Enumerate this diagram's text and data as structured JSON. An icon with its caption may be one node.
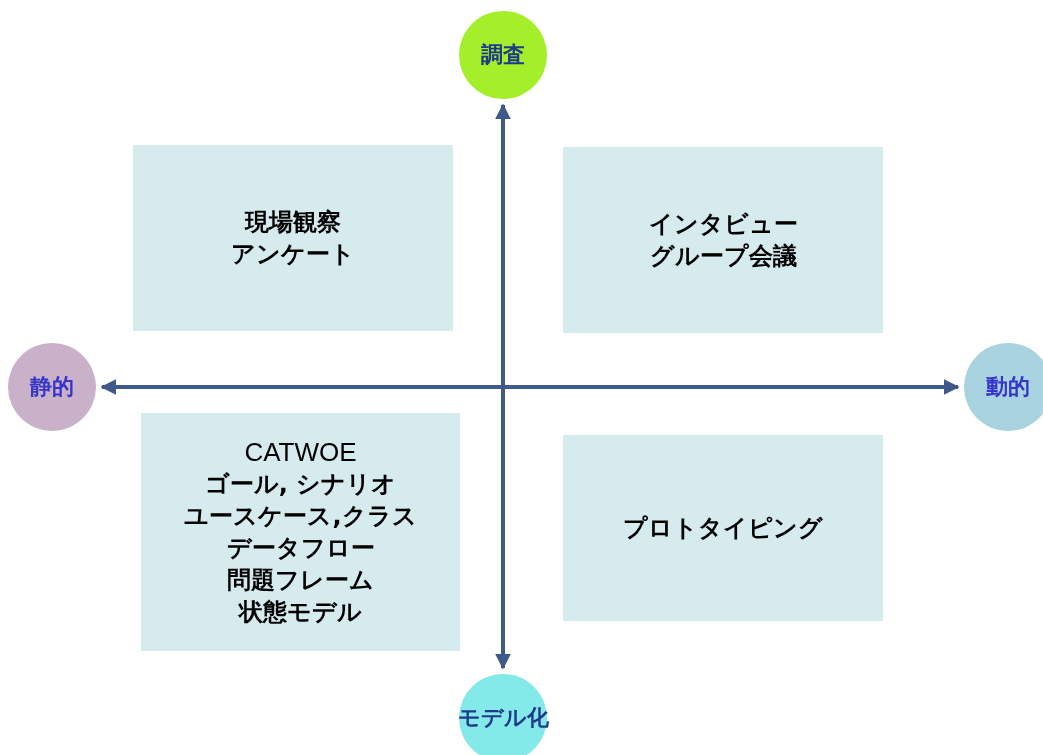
{
  "diagram": {
    "nodes": [
      {
        "text": [
          "調査"
        ]
      },
      {
        "text": [
          "現場観察",
          "アンケート"
        ]
      },
      {
        "text": [
          "インタビュー",
          "グループ会議"
        ]
      },
      {
        "text": [
          "静的"
        ]
      },
      {
        "text": [
          "動的"
        ]
      },
      {
        "text": [
          "CATWOE",
          "ゴール, シナリオ",
          "ユースケース,クラス",
          "データフロー",
          "問題フレーム",
          "状態モデル"
        ]
      },
      {
        "text": [
          "プロトタイピング"
        ]
      },
      {
        "text": [
          "モデル化"
        ]
      }
    ],
    "edges": [
      {
        "from": 0,
        "to": 7,
        "arrow": "both"
      },
      {
        "from": 3,
        "to": 4,
        "arrow": "both"
      }
    ]
  }
}
